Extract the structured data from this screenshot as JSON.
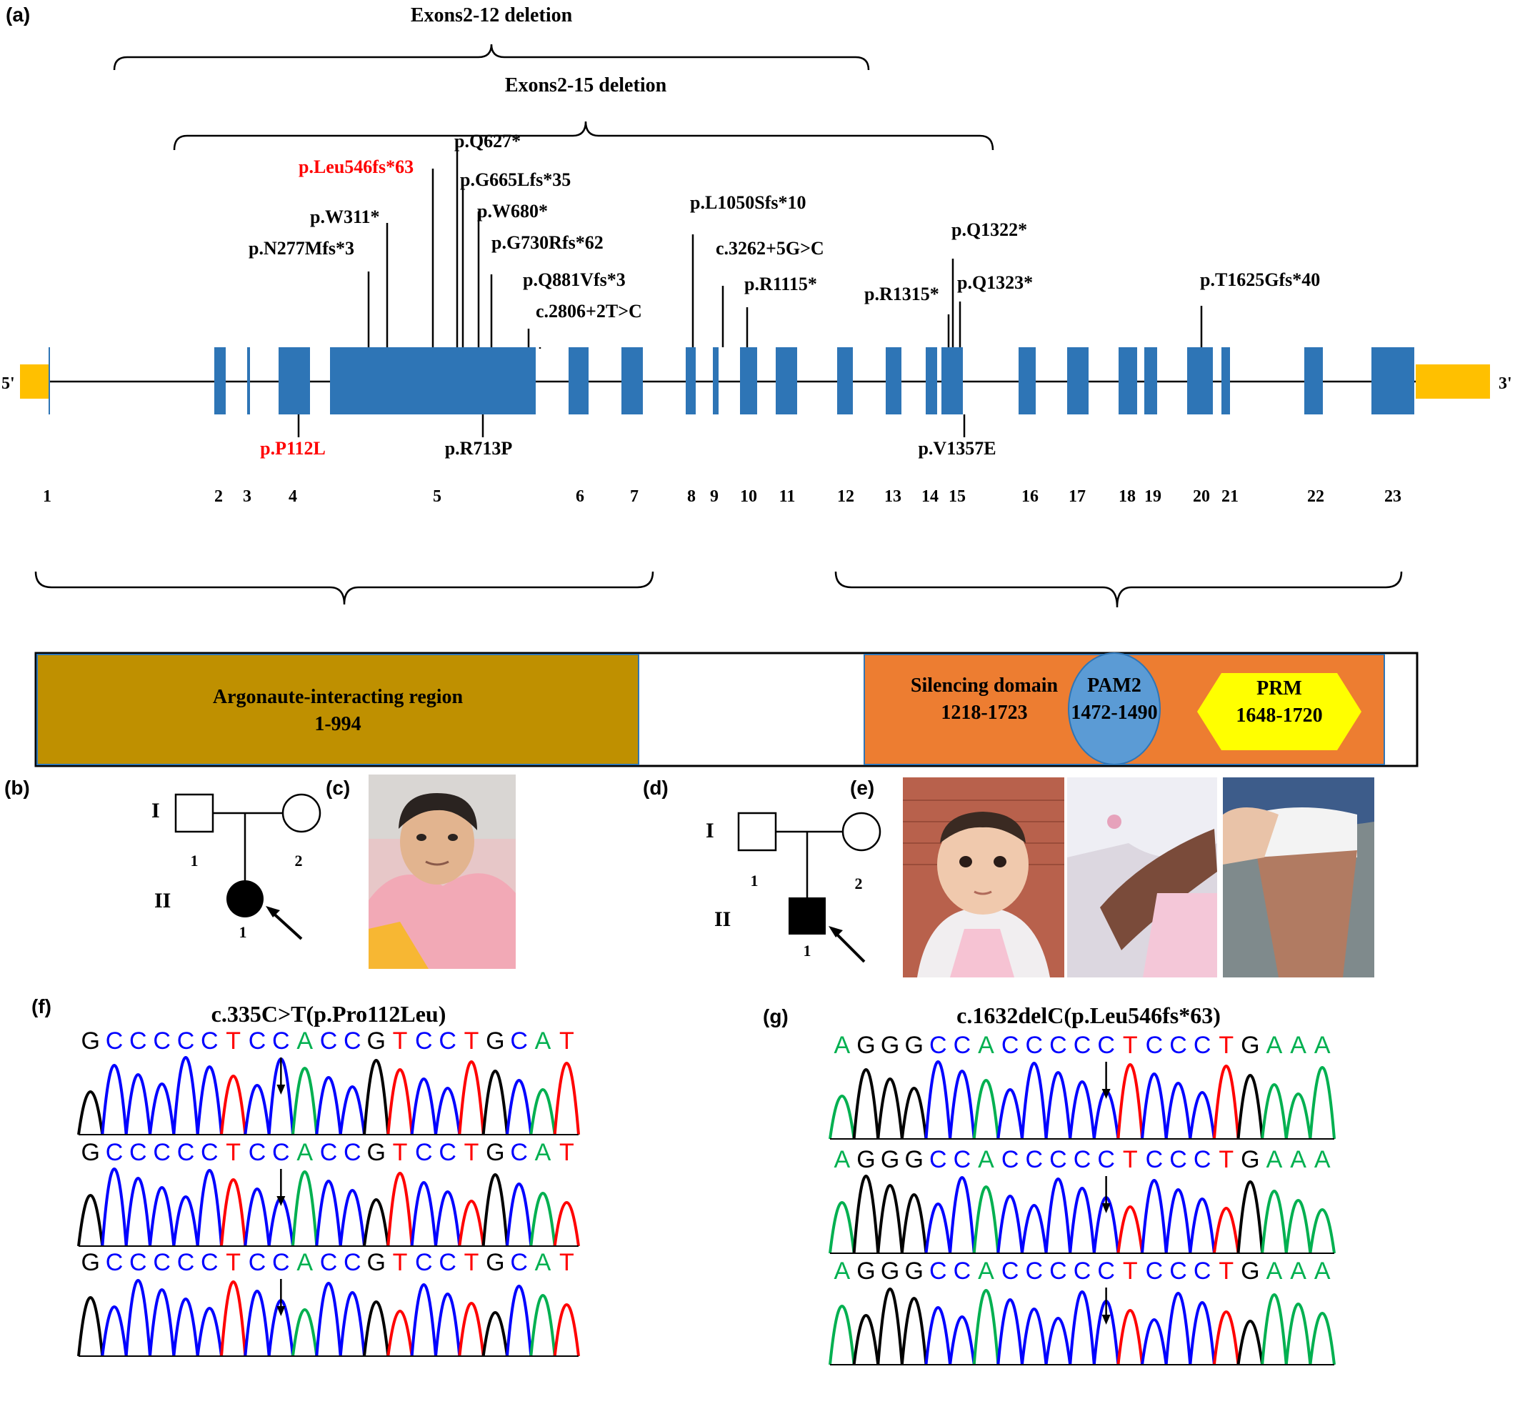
{
  "panels": {
    "a": "(a)",
    "b": "(b)",
    "c": "(c)",
    "d": "(d)",
    "e": "(e)",
    "f": "(f)",
    "g": "(g)"
  },
  "gene": {
    "five_prime": "5'",
    "three_prime": "3'",
    "exon_numbers": [
      "1",
      "2",
      "3",
      "4",
      "5",
      "6",
      "7",
      "8",
      "9",
      "10",
      "11",
      "12",
      "13",
      "14",
      "15",
      "16",
      "17",
      "18",
      "19",
      "20",
      "21",
      "22",
      "23"
    ],
    "deletions": [
      "Exons2-12 deletion",
      "Exons2-15 deletion"
    ],
    "variants_above": [
      {
        "label": "p.N277Mfs*3",
        "color": "#000000"
      },
      {
        "label": "p.W311*",
        "color": "#000000"
      },
      {
        "label": "p.Leu546fs*63",
        "color": "#ff0000"
      },
      {
        "label": "p.Q627*",
        "color": "#000000"
      },
      {
        "label": "p.G665Lfs*35",
        "color": "#000000"
      },
      {
        "label": "p.W680*",
        "color": "#000000"
      },
      {
        "label": "p.G730Rfs*62",
        "color": "#000000"
      },
      {
        "label": "p.Q881Vfs*3",
        "color": "#000000"
      },
      {
        "label": "c.2806+2T>C",
        "color": "#000000"
      },
      {
        "label": "p.L1050Sfs*10",
        "color": "#000000"
      },
      {
        "label": "c.3262+5G>C",
        "color": "#000000"
      },
      {
        "label": "p.R1115*",
        "color": "#000000"
      },
      {
        "label": "p.R1315*",
        "color": "#000000"
      },
      {
        "label": "p.Q1322*",
        "color": "#000000"
      },
      {
        "label": "p.Q1323*",
        "color": "#000000"
      },
      {
        "label": "p.T1625Gfs*40",
        "color": "#000000"
      }
    ],
    "variants_below": [
      {
        "label": "p.P112L",
        "color": "#ff0000"
      },
      {
        "label": "p.R713P",
        "color": "#000000"
      },
      {
        "label": "p.V1357E",
        "color": "#000000"
      }
    ],
    "colors": {
      "exon": "#2e75b6",
      "utr": "#ffc000"
    }
  },
  "protein": {
    "argonaute": {
      "name": "Argonaute-interacting region",
      "range": "1-994",
      "color": "#bf9000"
    },
    "silencing": {
      "name": "Silencing domain",
      "range": "1218-1723",
      "color": "#ed7d31"
    },
    "pam2": {
      "name": "PAM2",
      "range": "1472-1490",
      "color": "#5b9bd5"
    },
    "prm": {
      "name": "PRM",
      "range": "1648-1720",
      "color": "#ffff00"
    }
  },
  "pedigree_b": {
    "gen1": "I",
    "gen2": "II",
    "father": "1",
    "mother": "2",
    "proband": "1"
  },
  "pedigree_d": {
    "gen1": "I",
    "gen2": "II",
    "father": "1",
    "mother": "2",
    "proband": "1"
  },
  "seq_f": {
    "title": "c.335C>T(p.Pro112Leu)",
    "rows": [
      "GCCCCCTCCACCGTCCTGCAT",
      "GCCCCCTCCACCGTCCTGCAT",
      "GCCCCCTCCACCGTCCTGCAT"
    ]
  },
  "seq_g": {
    "title": "c.1632delC(p.Leu546fs*63)",
    "rows": [
      "AGGGCCACCCCCTCCCTGAAA",
      "AGGGCCACCCCCTCCCTGAAA",
      "AGGGCCACCCCCTCCCTGAAA"
    ]
  }
}
